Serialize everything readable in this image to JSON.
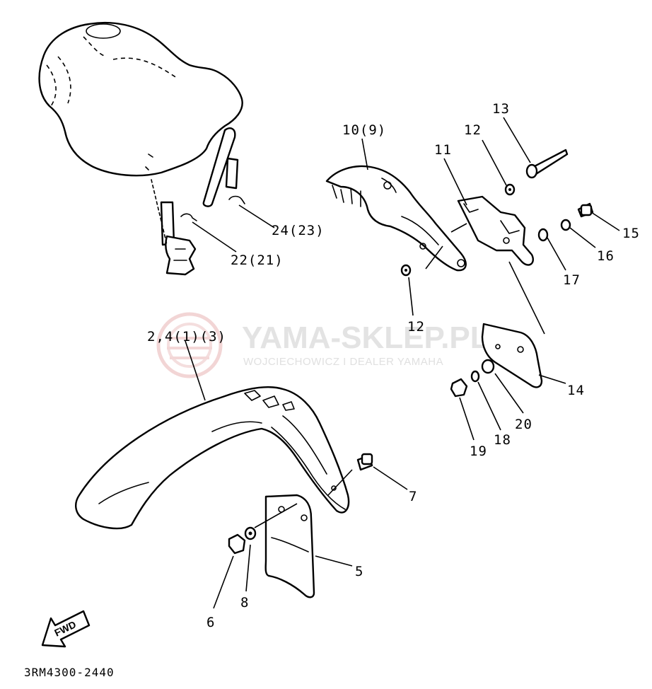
{
  "diagram": {
    "drawing_code": "3RM4300-2440",
    "fwd_label": "FWD",
    "watermark": {
      "title": "YAMA-SKLEP.PL",
      "subtitle": "WOJCIECHOWICZ I DEALER YAMAHA",
      "color": "#e8c0c0"
    },
    "callouts": {
      "c1": "10(9)",
      "c2": "13",
      "c3": "12",
      "c4": "11",
      "c5": "15",
      "c6": "16",
      "c7": "17",
      "c8": "24(23)",
      "c9": "22(21)",
      "c10": "12",
      "c11": "2,4(1)(3)",
      "c12": "14",
      "c13": "20",
      "c14": "18",
      "c15": "19",
      "c16": "7",
      "c17": "5",
      "c18": "8",
      "c19": "6"
    }
  }
}
